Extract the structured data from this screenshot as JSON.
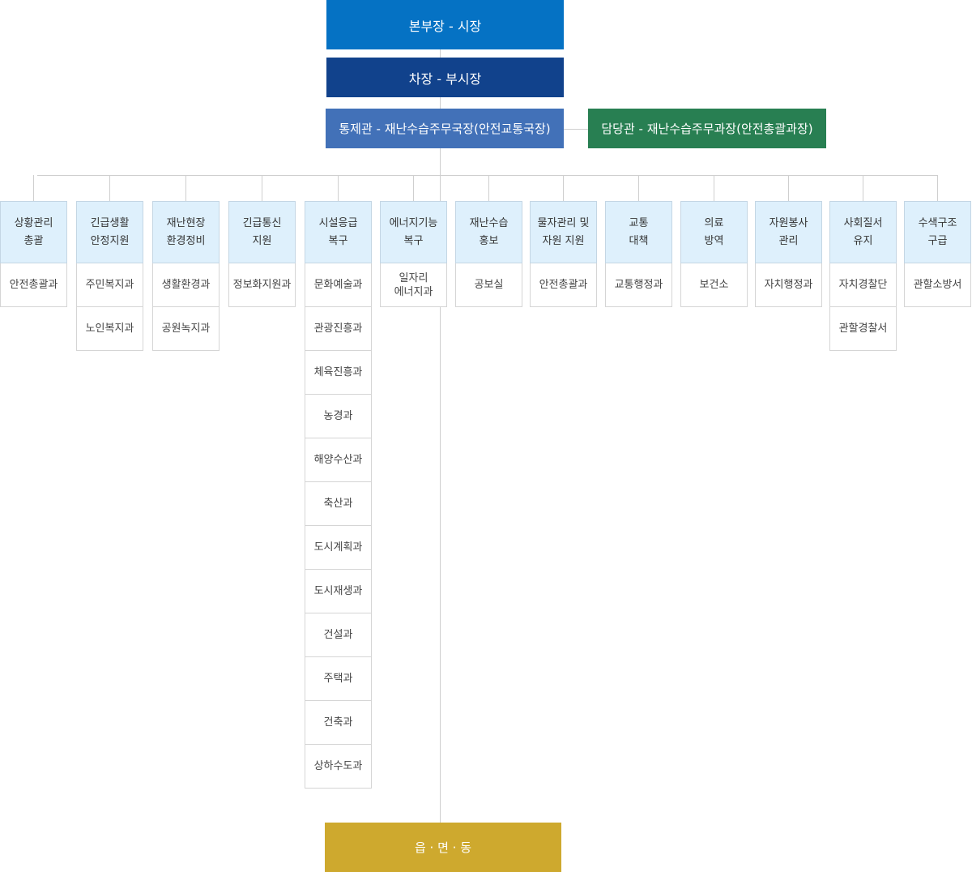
{
  "top": {
    "hq": "본부장 - 시장",
    "vice": "차장 - 부시장",
    "control": "통제관 - 재난수습주무국장(안전교통국장)",
    "charge": "담당관 - 재난수습주무과장(안전총괄과장)"
  },
  "bottom": "읍 · 면 · 동",
  "columns": [
    {
      "title": [
        "상황관리",
        "총괄"
      ],
      "units": [
        [
          "안전총괄과"
        ]
      ]
    },
    {
      "title": [
        "긴급생활",
        "안정지원"
      ],
      "units": [
        [
          "주민복지과"
        ],
        [
          "노인복지과"
        ]
      ]
    },
    {
      "title": [
        "재난현장",
        "환경정비"
      ],
      "units": [
        [
          "생활환경과"
        ],
        [
          "공원녹지과"
        ]
      ]
    },
    {
      "title": [
        "긴급통신",
        "지원"
      ],
      "units": [
        [
          "정보화지원과"
        ]
      ]
    },
    {
      "title": [
        "시설응급",
        "복구"
      ],
      "units": [
        [
          "문화예술과"
        ],
        [
          "관광진흥과"
        ],
        [
          "체육진흥과"
        ],
        [
          "농경과"
        ],
        [
          "해양수산과"
        ],
        [
          "축산과"
        ],
        [
          "도시계획과"
        ],
        [
          "도시재생과"
        ],
        [
          "건설과"
        ],
        [
          "주택과"
        ],
        [
          "건축과"
        ],
        [
          "상하수도과"
        ]
      ]
    },
    {
      "title": [
        "에너지기능",
        "복구"
      ],
      "units": [
        [
          "일자리",
          "에너지과"
        ]
      ]
    },
    {
      "title": [
        "재난수습",
        "홍보"
      ],
      "units": [
        [
          "공보실"
        ]
      ]
    },
    {
      "title": [
        "물자관리 및",
        "자원 지원"
      ],
      "units": [
        [
          "안전총괄과"
        ]
      ]
    },
    {
      "title": [
        "교통",
        "대책"
      ],
      "units": [
        [
          "교통행정과"
        ]
      ]
    },
    {
      "title": [
        "의료",
        "방역"
      ],
      "units": [
        [
          "보건소"
        ]
      ]
    },
    {
      "title": [
        "자원봉사",
        "관리"
      ],
      "units": [
        [
          "자치행정과"
        ]
      ]
    },
    {
      "title": [
        "사회질서",
        "유지"
      ],
      "units": [
        [
          "자치경찰단"
        ],
        [
          "관할경찰서"
        ]
      ]
    },
    {
      "title": [
        "수색구조",
        "구급"
      ],
      "units": [
        [
          "관할소방서"
        ]
      ]
    }
  ]
}
